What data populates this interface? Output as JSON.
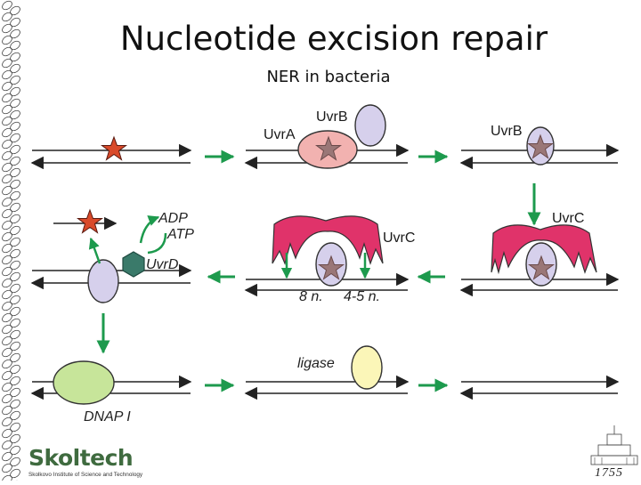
{
  "title": "Nucleotide excision repair",
  "subtitle": "NER in bacteria",
  "labels": {
    "uvrb_step1": "UvrB",
    "uvra": "UvrA",
    "uvrb_step2": "UvrB",
    "adp": "ADP",
    "atp": "ATP",
    "uvrc_mid": "UvrC",
    "uvrc_right": "UvrC",
    "uvrd": "UvrD",
    "cut_8": "8 n.",
    "cut_45": "4-5 n.",
    "ligase": "ligase",
    "dnap": "DNAP I"
  },
  "logo": {
    "name": "Skoltech",
    "tagline": "Skolkovo Institute of Science and Technology"
  },
  "year": "1755",
  "colors": {
    "arrow_green": "#1d9a4d",
    "damage_red": "#d94a2a",
    "damage_gray": "#9a7777",
    "uvra_pink": "#f2b2b0",
    "uvrb_lavender": "#d6d0ec",
    "uvrc_magenta": "#e0336a",
    "uvrd_teal": "#3a7a6a",
    "dnap_green": "#c7e59a",
    "ligase_yellow": "#fbf6b8"
  }
}
